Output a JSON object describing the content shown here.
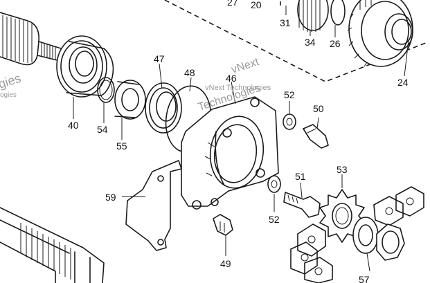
{
  "watermark": {
    "brand_top": "vNext",
    "brand_main": "vNext Technologies",
    "brand_small": "Technologies",
    "brand_left_top": "gies",
    "brand_left_bottom": "ogies"
  },
  "callouts": [
    {
      "label": "27"
    },
    {
      "label": "20"
    },
    {
      "label": "31"
    },
    {
      "label": "34"
    },
    {
      "label": "26"
    },
    {
      "label": "24"
    },
    {
      "label": "47"
    },
    {
      "label": "48"
    },
    {
      "label": "46"
    },
    {
      "label": "52"
    },
    {
      "label": "50"
    },
    {
      "label": "40"
    },
    {
      "label": "54"
    },
    {
      "label": "55"
    },
    {
      "label": "53"
    },
    {
      "label": "51"
    },
    {
      "label": "59"
    },
    {
      "label": "52"
    },
    {
      "label": "49"
    },
    {
      "label": "57"
    }
  ],
  "colors": {
    "ink": "#1a1a1a",
    "background": "#ffffff",
    "watermark": "#9a9a9a"
  }
}
